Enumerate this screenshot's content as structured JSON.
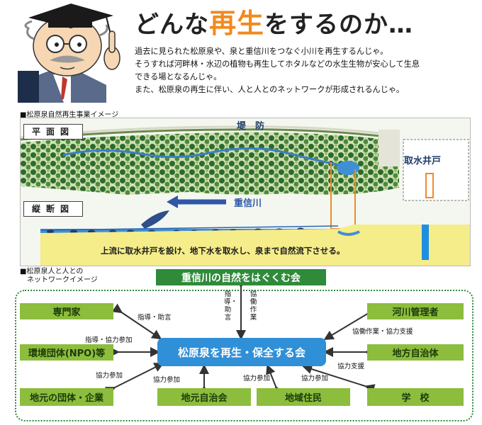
{
  "header": {
    "title_pre": "どんな",
    "title_highlight": "再生",
    "title_post": "をするのか…",
    "intro": [
      "過去に見られた松原泉や、泉と重信川をつなぐ小川を再生するんじゃ。",
      "そうすれば河畔林・水辺の植物も再生してホタルなどの水生生物が安心して生息",
      "できる場となるんじゃ。",
      "また、松原泉の再生に伴い、人と人とのネットワークが形成されるんじゃ。"
    ]
  },
  "project_image": {
    "section_label": "■松原泉自然再生事業イメージ",
    "plan_label": "平面図",
    "section_view_label": "縦断図",
    "embankment_label": "堤　防",
    "river_label": "重信川",
    "well_label": "取水井戸",
    "caption": "上流に取水井戸を設け、地下水を取水し、泉まで自然流下させる。"
  },
  "network": {
    "section_label_1": "■松原泉人と人との",
    "section_label_2": "ネットワークイメージ",
    "top_group": "重信川の自然をはぐくむ会",
    "center": "松原泉を再生・保全する会",
    "nodes": {
      "senmonka": "専門家",
      "kankyo": "環境団体(NPO)等",
      "jimoto": "地元の団体・企業",
      "jichikai": "地元自治会",
      "chiiki": "地域住民",
      "gakko": "学　校",
      "chiho": "地方自治体",
      "kasen": "河川管理者"
    },
    "labels": {
      "top_left": "指導・助言",
      "top_right": "協働作業",
      "senmonka": "指導・助言",
      "kankyo": "指導・協力参加",
      "jimoto": "協力参加",
      "jichikai": "協力参加",
      "chiiki": "協力参加",
      "gakko": "協力参加",
      "chiho": "協力支援",
      "kasen": "協働作業・協力支援"
    }
  },
  "colors": {
    "accent": "#f28a1e",
    "node_green": "#8dbd3d",
    "center_blue": "#2f8fd7",
    "header_green": "#2f8a3a"
  }
}
